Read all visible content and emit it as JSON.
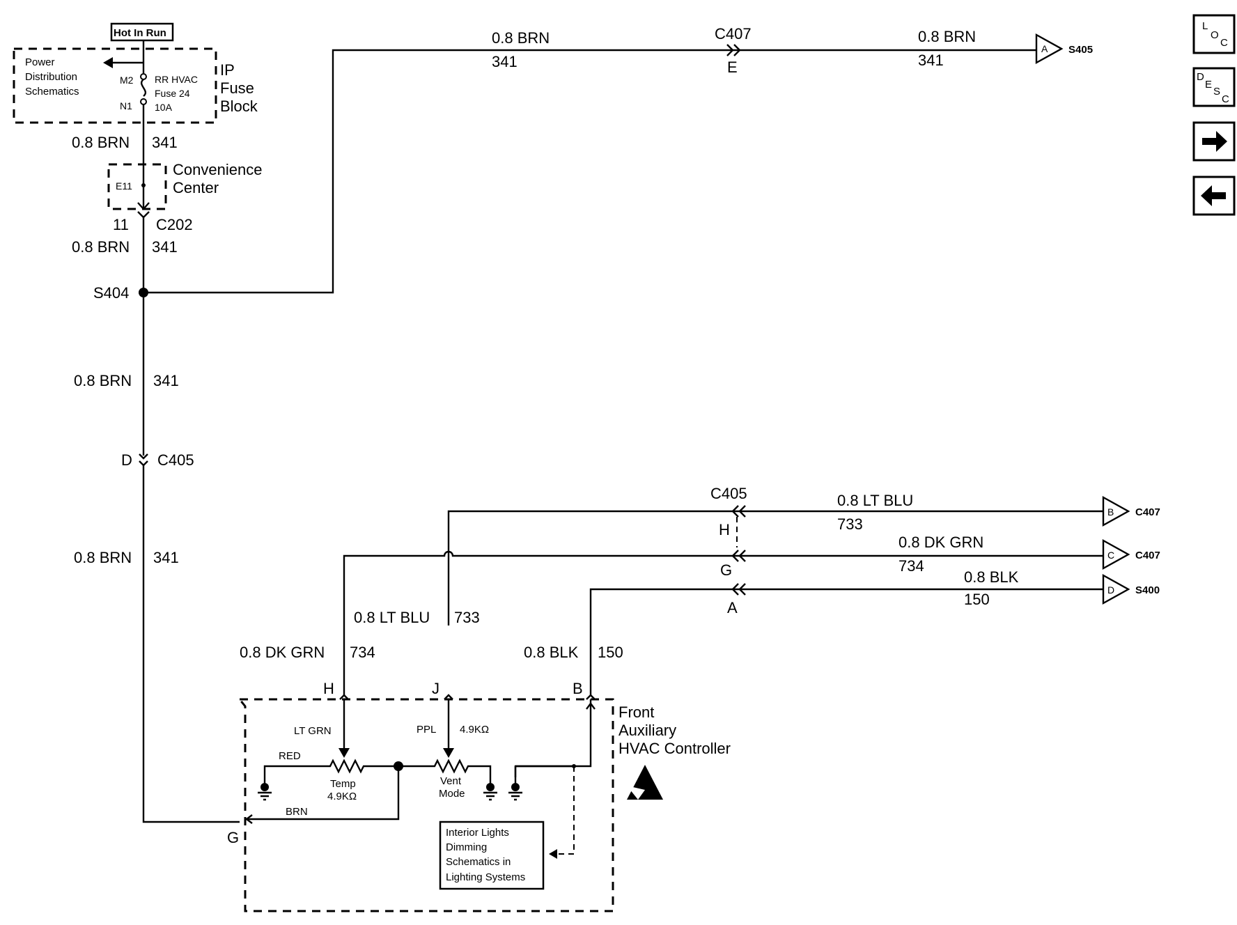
{
  "labels": {
    "hot_in_run": "Hot In Run",
    "power_dist_1": "Power",
    "power_dist_2": "Distribution",
    "power_dist_3": "Schematics",
    "m2": "M2",
    "n1": "N1",
    "fuse_1": "RR HVAC",
    "fuse_2": "Fuse 24",
    "fuse_3": "10A",
    "ip_1": "IP",
    "ip_2": "Fuse",
    "ip_3": "Block",
    "conv_1": "Convenience",
    "conv_2": "Center",
    "e11": "E11",
    "c202_pin": "11",
    "c202": "C202",
    "s404": "S404",
    "c405_pin_d": "D",
    "c405": "C405",
    "c407_top": "C407",
    "c407_pin_e": "E",
    "c405_right": "C405",
    "pin_h_right": "H",
    "pin_g_right": "G",
    "pin_a_right": "A",
    "pin_h": "H",
    "pin_j": "J",
    "pin_b": "B",
    "pin_g": "G",
    "ctrl_1": "Front",
    "ctrl_2": "Auxiliary",
    "ctrl_3": "HVAC Controller",
    "lt_grn": "LT GRN",
    "ppl": "PPL",
    "res_49k_top": "4.9KΩ",
    "red": "RED",
    "temp_1": "Temp",
    "temp_2": "4.9KΩ",
    "vent_1": "Vent",
    "vent_2": "Mode",
    "brn": "BRN",
    "ild_1": "Interior Lights",
    "ild_2": "Dimming",
    "ild_3": "Schematics in",
    "ild_4": "Lighting Systems"
  },
  "wires": {
    "w1_color": "0.8 BRN",
    "w1_circuit": "341",
    "w2_color": "0.8 BRN",
    "w2_circuit": "341",
    "w3_color": "0.8 BRN",
    "w3_circuit": "341",
    "w4_color": "0.8 BRN",
    "w4_circuit": "341",
    "top_left_color": "0.8 BRN",
    "top_left_circuit": "341",
    "top_right_color": "0.8 BRN",
    "top_right_circuit": "341",
    "ltblu_right_color": "0.8 LT BLU",
    "ltblu_right_circuit": "733",
    "dkgrn_right_color": "0.8 DK GRN",
    "dkgrn_right_circuit": "734",
    "blk_right_color": "0.8 BLK",
    "blk_right_circuit": "150",
    "ltblu_vert_color": "0.8 LT BLU",
    "ltblu_vert_circuit": "733",
    "dkgrn_vert_color": "0.8 DK GRN",
    "dkgrn_vert_circuit": "734",
    "blk_vert_color": "0.8 BLK",
    "blk_vert_circuit": "150"
  },
  "offpage": {
    "a_letter": "A",
    "a_dest": "S405",
    "b_letter": "B",
    "b_dest": "C407",
    "c_letter": "C",
    "c_dest": "C407",
    "d_letter": "D",
    "d_dest": "S400"
  },
  "nav": {
    "loc_1": "L",
    "loc_2": "O",
    "loc_3": "C",
    "desc_1": "D",
    "desc_2": "E",
    "desc_3": "S",
    "desc_4": "C",
    "forward_icon": "arrow-right-icon",
    "back_icon": "arrow-left-icon"
  }
}
